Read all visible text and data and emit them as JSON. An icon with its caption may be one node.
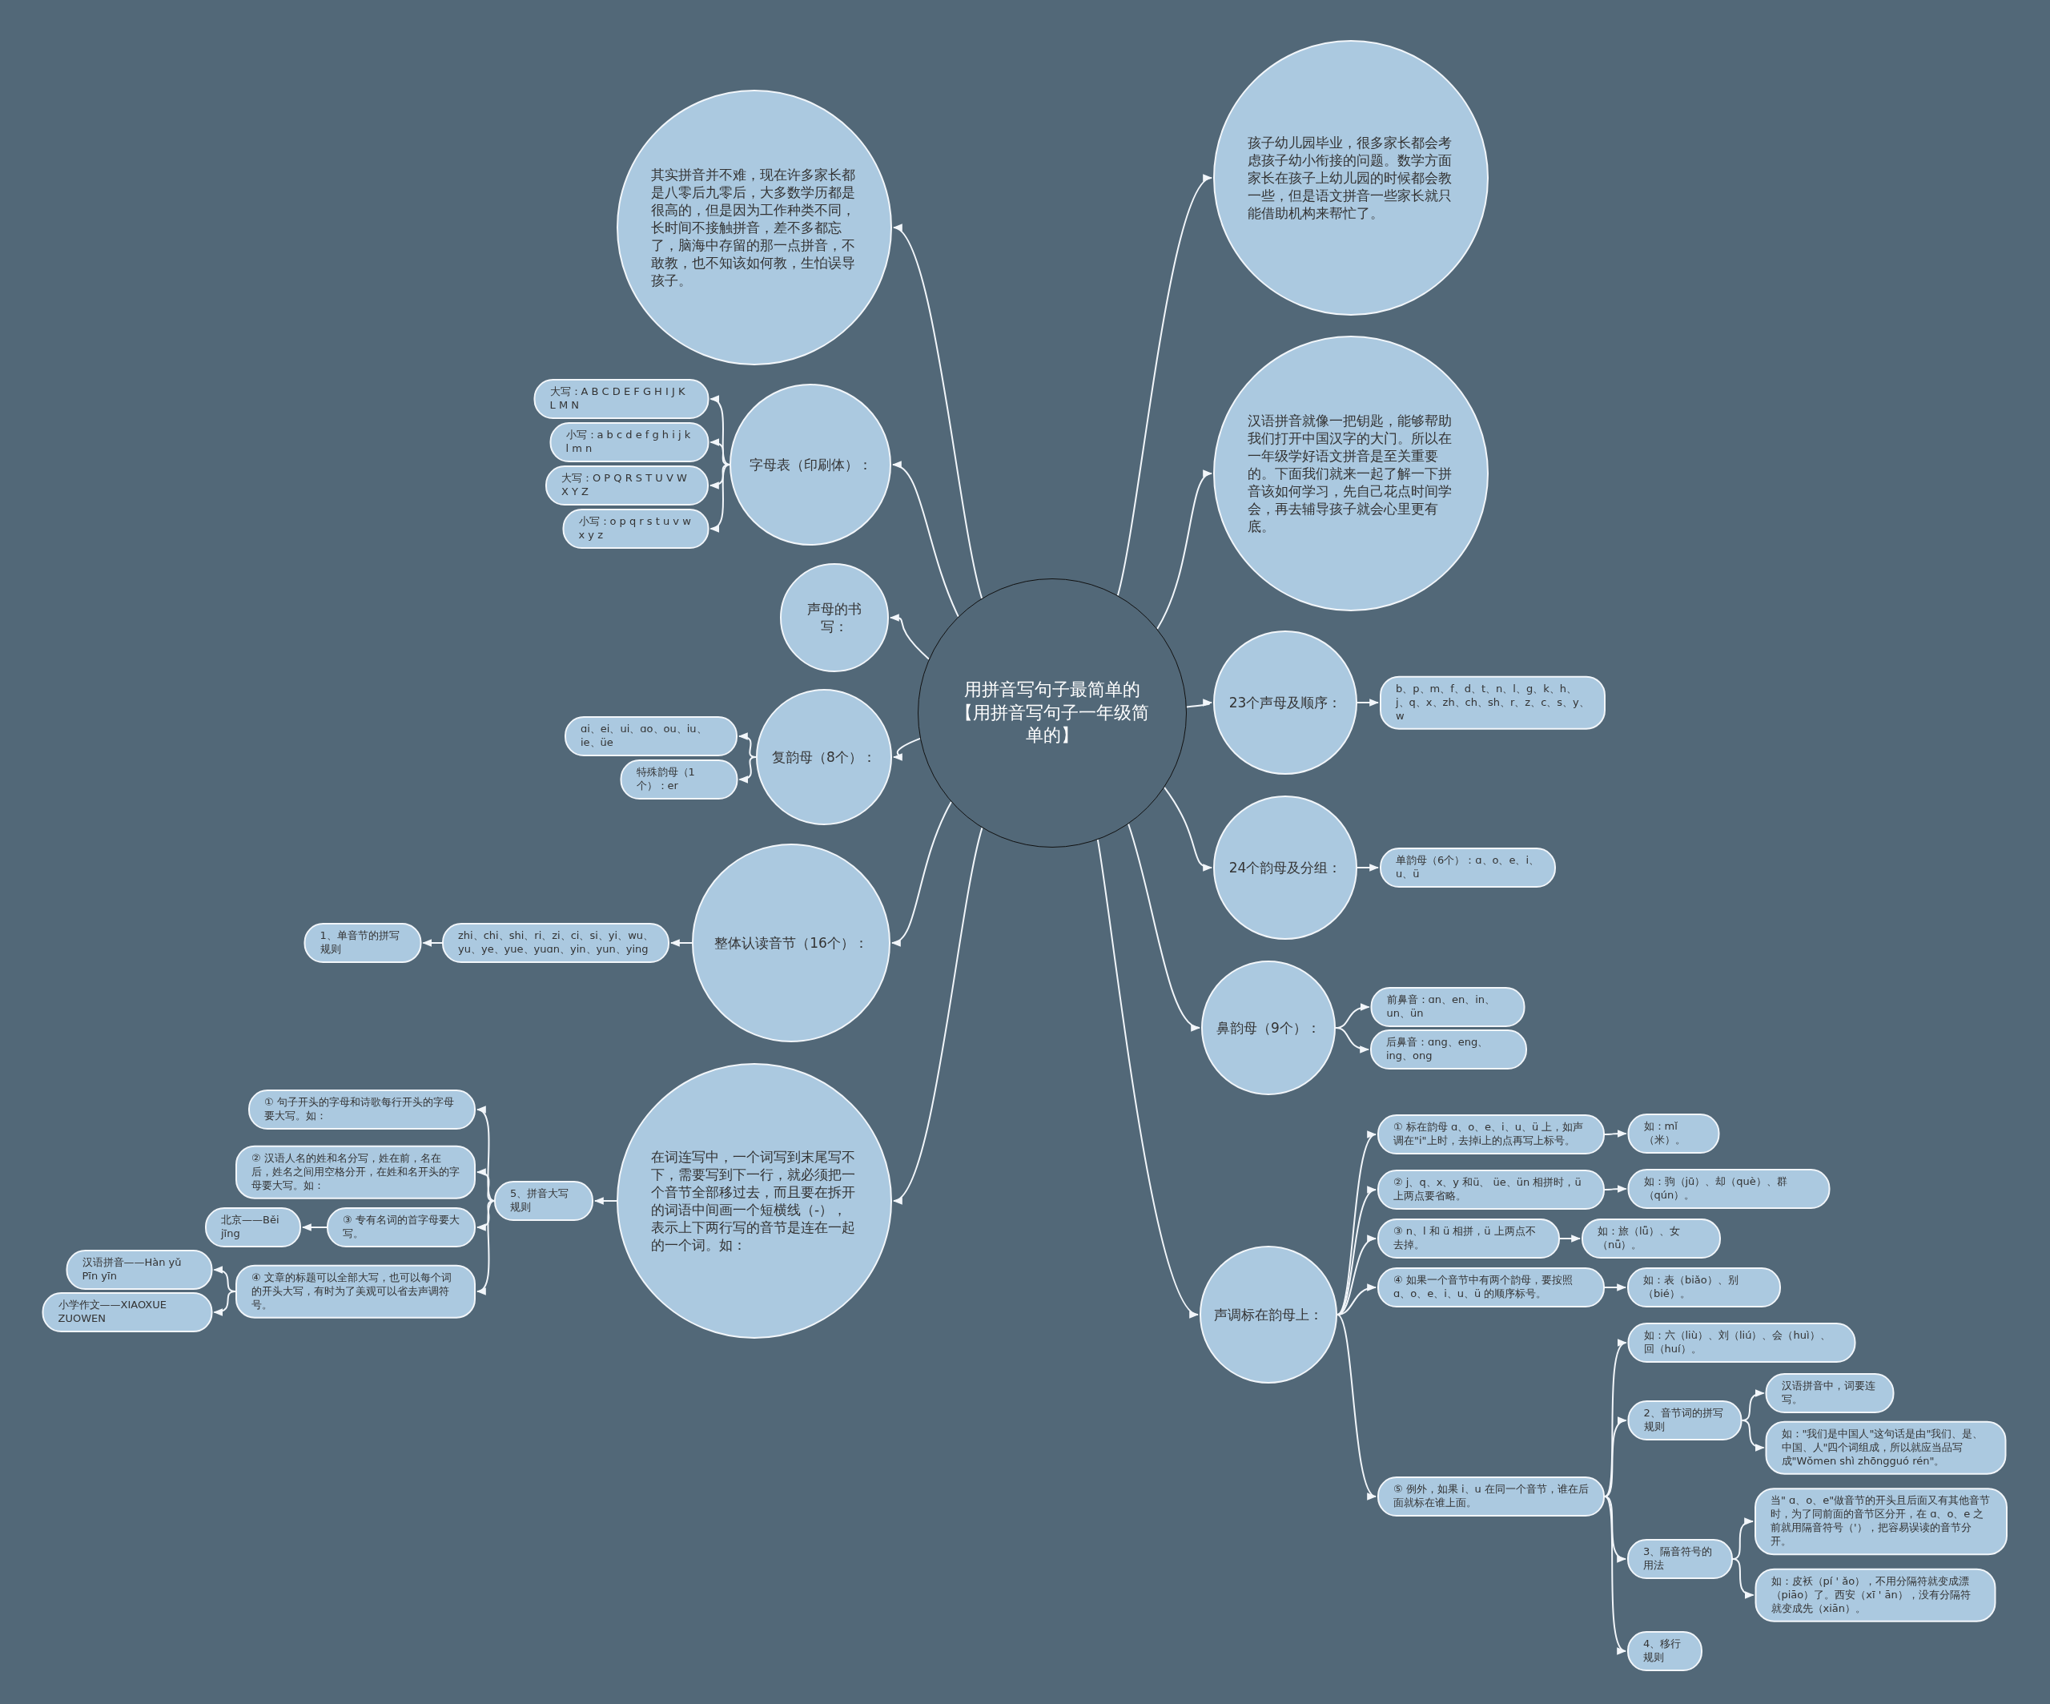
{
  "diagram": {
    "nodes": [
      {
        "text": [
          "用拼音写句子最简单的【用拼音写句子一年级简单的】"
        ]
      },
      {
        "text": [
          "其实拼音并不难，现在许多家长都是八零后九零后，大多数学历都是很高的，但是因为工作种类不同，长时间不接触拼音，差不多都忘了，脑海中存留的那一点拼音，不敢教，也不知该如何教，生怕误导孩子。"
        ]
      },
      {
        "text": [
          "字母表（印刷体）："
        ]
      },
      {
        "text": [
          "大写：A B C D E F G H I J K L M N"
        ]
      },
      {
        "text": [
          "小写：a b c d e f g h i j k l m n"
        ]
      },
      {
        "text": [
          "大写：O P Q R S T U V W X Y Z"
        ]
      },
      {
        "text": [
          "小写：o p q r s t u v w x y z"
        ]
      },
      {
        "text": [
          "声母的书写："
        ]
      },
      {
        "text": [
          "复韵母（8个）："
        ]
      },
      {
        "text": [
          "ɑi、ei、ui、ɑo、ou、iu、ie、üe"
        ]
      },
      {
        "text": [
          "特殊韵母（1个）：er"
        ]
      },
      {
        "text": [
          "整体认读音节（16个）："
        ]
      },
      {
        "text": [
          "zhi、chi、shi、ri、zi、ci、si、yi、wu、yu、ye、yue、yuɑn、yin、yun、ying"
        ]
      },
      {
        "text": [
          "1、单音节的拼写规则"
        ]
      },
      {
        "text": [
          "在词连写中，一个词写到末尾写不下，需要写到下一行，就必须把一个音节全部移过去，而且要在拆开的词语中间画一个短横线（-），表示上下两行写的音节是连在一起的一个词。如："
        ]
      },
      {
        "text": [
          "5、拼音大写规则"
        ]
      },
      {
        "text": [
          "① 句子开头的字母和诗歌每行开头的字母要大写。如："
        ]
      },
      {
        "text": [
          "② 汉语人名的姓和名分写，姓在前，名在后，姓名之间用空格分开，在姓和名开头的字母要大写。如："
        ]
      },
      {
        "text": [
          "③ 专有名词的首字母要大写。"
        ]
      },
      {
        "text": [
          "北京——Běi jīng"
        ]
      },
      {
        "text": [
          "④ 文章的标题可以全部大写，也可以每个词的开头大写，有时为了美观可以省去声调符号。"
        ]
      },
      {
        "text": [
          "汉语拼音——Hàn yǔ Pīn yīn"
        ]
      },
      {
        "text": [
          "小学作文——XIAOXUE ZUOWEN"
        ]
      },
      {
        "text": [
          "孩子幼儿园毕业，很多家长都会考虑孩子幼小衔接的问题。数学方面家长在孩子上幼儿园的时候都会教一些，但是语文拼音一些家长就只能借助机构来帮忙了。"
        ]
      },
      {
        "text": [
          "汉语拼音就像一把钥匙，能够帮助我们打开中国汉字的大门。所以在一年级学好语文拼音是至关重要的。下面我们就来一起了解一下拼音该如何学习，先自己花点时间学会，再去辅导孩子就会心里更有底。"
        ]
      },
      {
        "text": [
          "23个声母及顺序："
        ]
      },
      {
        "text": [
          "b、p、m、f、d、t、n、l、g、k、h、j、q、x、zh、ch、sh、r、z、c、s、y、w"
        ]
      },
      {
        "text": [
          "24个韵母及分组："
        ]
      },
      {
        "text": [
          "单韵母（6个）：ɑ、o、e、i、u、ü"
        ]
      },
      {
        "text": [
          "鼻韵母（9个）："
        ]
      },
      {
        "text": [
          "前鼻音：ɑn、en、in、un、ün"
        ]
      },
      {
        "text": [
          "后鼻音：ɑng、eng、ing、ong"
        ]
      },
      {
        "text": [
          "声调标在韵母上："
        ]
      },
      {
        "text": [
          "① 标在韵母 ɑ、o、e、i、u、ü 上，如声调在\"i\"上时，去掉i上的点再写上标号。"
        ]
      },
      {
        "text": [
          "如：mǐ（米）。"
        ]
      },
      {
        "text": [
          "② j、q、x、y 和ü、 üe、ün 相拼时，ü上两点要省略。"
        ]
      },
      {
        "text": [
          "如：驹（jū）、却（què）、群（qún）。"
        ]
      },
      {
        "text": [
          "③ n、l 和 ü 相拼，ü 上两点不去掉。"
        ]
      },
      {
        "text": [
          "如：旅（lǚ）、女（nǚ）。"
        ]
      },
      {
        "text": [
          "④ 如果一个音节中有两个韵母，要按照 ɑ、o、e、i、u、ü 的顺序标号。"
        ]
      },
      {
        "text": [
          "如：表（biǎo）、别（bié）。"
        ]
      },
      {
        "text": [
          "⑤ 例外，如果 i、u 在同一个音节，谁在后面就标在谁上面。"
        ]
      },
      {
        "text": [
          "如：六（liù）、刘（liú）、会（huì）、回（huí）。"
        ]
      },
      {
        "text": [
          "2、音节词的拼写规则"
        ]
      },
      {
        "text": [
          "汉语拼音中，词要连写。"
        ]
      },
      {
        "text": [
          "如：\"我们是中国人\"这句话是由\"我们、是、中国、人\"四个词组成，所以就应当品写成\"Wǒmen shì zhōngguó rén\"。"
        ]
      },
      {
        "text": [
          "3、隔音符号的用法"
        ]
      },
      {
        "text": [
          "当\" ɑ、o、e\"做音节的开头且后面又有其他音节时，为了同前面的音节区分开，在 ɑ、o、e 之前就用隔音符号（'），把容易误读的音节分开。"
        ]
      },
      {
        "text": [
          "如：皮袄（pí ' ǎo），不用分隔符就变成漂（piāo）了。西安（xī ' ān），没有分隔符就变成先（xiān）。"
        ]
      },
      {
        "text": [
          "4、移行规则"
        ]
      }
    ],
    "edges": [
      {
        "from": 0,
        "to": 1,
        "arrow": "to"
      },
      {
        "from": 0,
        "to": 2,
        "arrow": "to"
      },
      {
        "from": 2,
        "to": 3,
        "arrow": "to"
      },
      {
        "from": 2,
        "to": 4,
        "arrow": "to"
      },
      {
        "from": 2,
        "to": 5,
        "arrow": "to"
      },
      {
        "from": 2,
        "to": 6,
        "arrow": "to"
      },
      {
        "from": 0,
        "to": 7,
        "arrow": "to"
      },
      {
        "from": 0,
        "to": 8,
        "arrow": "to"
      },
      {
        "from": 8,
        "to": 9,
        "arrow": "to"
      },
      {
        "from": 8,
        "to": 10,
        "arrow": "to"
      },
      {
        "from": 0,
        "to": 11,
        "arrow": "to"
      },
      {
        "from": 11,
        "to": 12,
        "arrow": "to"
      },
      {
        "from": 12,
        "to": 13,
        "arrow": "to"
      },
      {
        "from": 0,
        "to": 14,
        "arrow": "to"
      },
      {
        "from": 14,
        "to": 15,
        "arrow": "to"
      },
      {
        "from": 15,
        "to": 16,
        "arrow": "to"
      },
      {
        "from": 15,
        "to": 17,
        "arrow": "to"
      },
      {
        "from": 15,
        "to": 18,
        "arrow": "to"
      },
      {
        "from": 18,
        "to": 19,
        "arrow": "to"
      },
      {
        "from": 15,
        "to": 20,
        "arrow": "to"
      },
      {
        "from": 20,
        "to": 21,
        "arrow": "to"
      },
      {
        "from": 20,
        "to": 22,
        "arrow": "to"
      },
      {
        "from": 0,
        "to": 23,
        "arrow": "to"
      },
      {
        "from": 0,
        "to": 24,
        "arrow": "to"
      },
      {
        "from": 0,
        "to": 25,
        "arrow": "to"
      },
      {
        "from": 25,
        "to": 26,
        "arrow": "to"
      },
      {
        "from": 0,
        "to": 27,
        "arrow": "to"
      },
      {
        "from": 27,
        "to": 28,
        "arrow": "to"
      },
      {
        "from": 0,
        "to": 29,
        "arrow": "to"
      },
      {
        "from": 29,
        "to": 30,
        "arrow": "to"
      },
      {
        "from": 29,
        "to": 31,
        "arrow": "to"
      },
      {
        "from": 0,
        "to": 32,
        "arrow": "to"
      },
      {
        "from": 32,
        "to": 33,
        "arrow": "to"
      },
      {
        "from": 33,
        "to": 34,
        "arrow": "to"
      },
      {
        "from": 32,
        "to": 35,
        "arrow": "to"
      },
      {
        "from": 35,
        "to": 36,
        "arrow": "to"
      },
      {
        "from": 32,
        "to": 37,
        "arrow": "to"
      },
      {
        "from": 37,
        "to": 38,
        "arrow": "to"
      },
      {
        "from": 32,
        "to": 39,
        "arrow": "to"
      },
      {
        "from": 39,
        "to": 40,
        "arrow": "to"
      },
      {
        "from": 32,
        "to": 41,
        "arrow": "to"
      },
      {
        "from": 41,
        "to": 42,
        "arrow": "to"
      },
      {
        "from": 41,
        "to": 43,
        "arrow": "to"
      },
      {
        "from": 43,
        "to": 44,
        "arrow": "to"
      },
      {
        "from": 43,
        "to": 45,
        "arrow": "to"
      },
      {
        "from": 41,
        "to": 46,
        "arrow": "to"
      },
      {
        "from": 46,
        "to": 47,
        "arrow": "to"
      },
      {
        "from": 46,
        "to": 48,
        "arrow": "to"
      },
      {
        "from": 41,
        "to": 49,
        "arrow": "to"
      }
    ]
  }
}
